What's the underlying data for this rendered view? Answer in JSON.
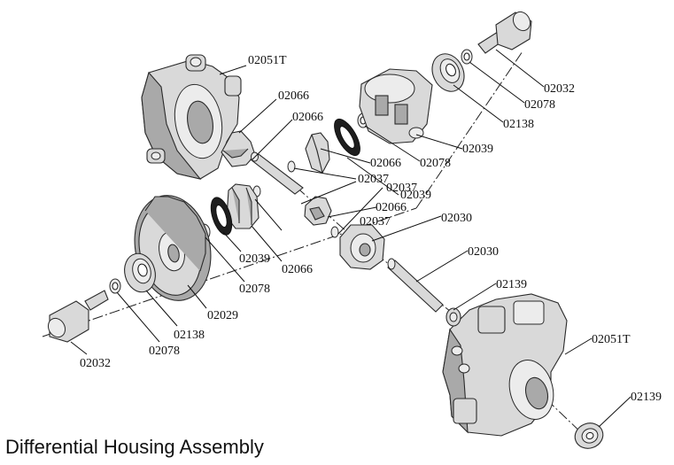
{
  "title": "Differential Housing Assembly",
  "labels": [
    {
      "id": "l1",
      "text": "02051T"
    },
    {
      "id": "l2",
      "text": "02066"
    },
    {
      "id": "l3",
      "text": "02066"
    },
    {
      "id": "l4",
      "text": "02066"
    },
    {
      "id": "l5",
      "text": "02039"
    },
    {
      "id": "l6",
      "text": "02037"
    },
    {
      "id": "l7",
      "text": "02066"
    },
    {
      "id": "l8",
      "text": "02037"
    },
    {
      "id": "l9",
      "text": "02037"
    },
    {
      "id": "l10",
      "text": "02039"
    },
    {
      "id": "l11",
      "text": "02066"
    },
    {
      "id": "l12",
      "text": "02078"
    },
    {
      "id": "l13",
      "text": "02029"
    },
    {
      "id": "l14",
      "text": "02138"
    },
    {
      "id": "l15",
      "text": "02078"
    },
    {
      "id": "l16",
      "text": "02032"
    },
    {
      "id": "l17",
      "text": "02030"
    },
    {
      "id": "l18",
      "text": "02030"
    },
    {
      "id": "l19",
      "text": "02139"
    },
    {
      "id": "l20",
      "text": "02051T"
    },
    {
      "id": "l21",
      "text": "02139"
    },
    {
      "id": "l22",
      "text": "02032"
    },
    {
      "id": "l23",
      "text": "02078"
    },
    {
      "id": "l24",
      "text": "02138"
    },
    {
      "id": "l25",
      "text": "02039"
    },
    {
      "id": "l26",
      "text": "02078"
    }
  ]
}
